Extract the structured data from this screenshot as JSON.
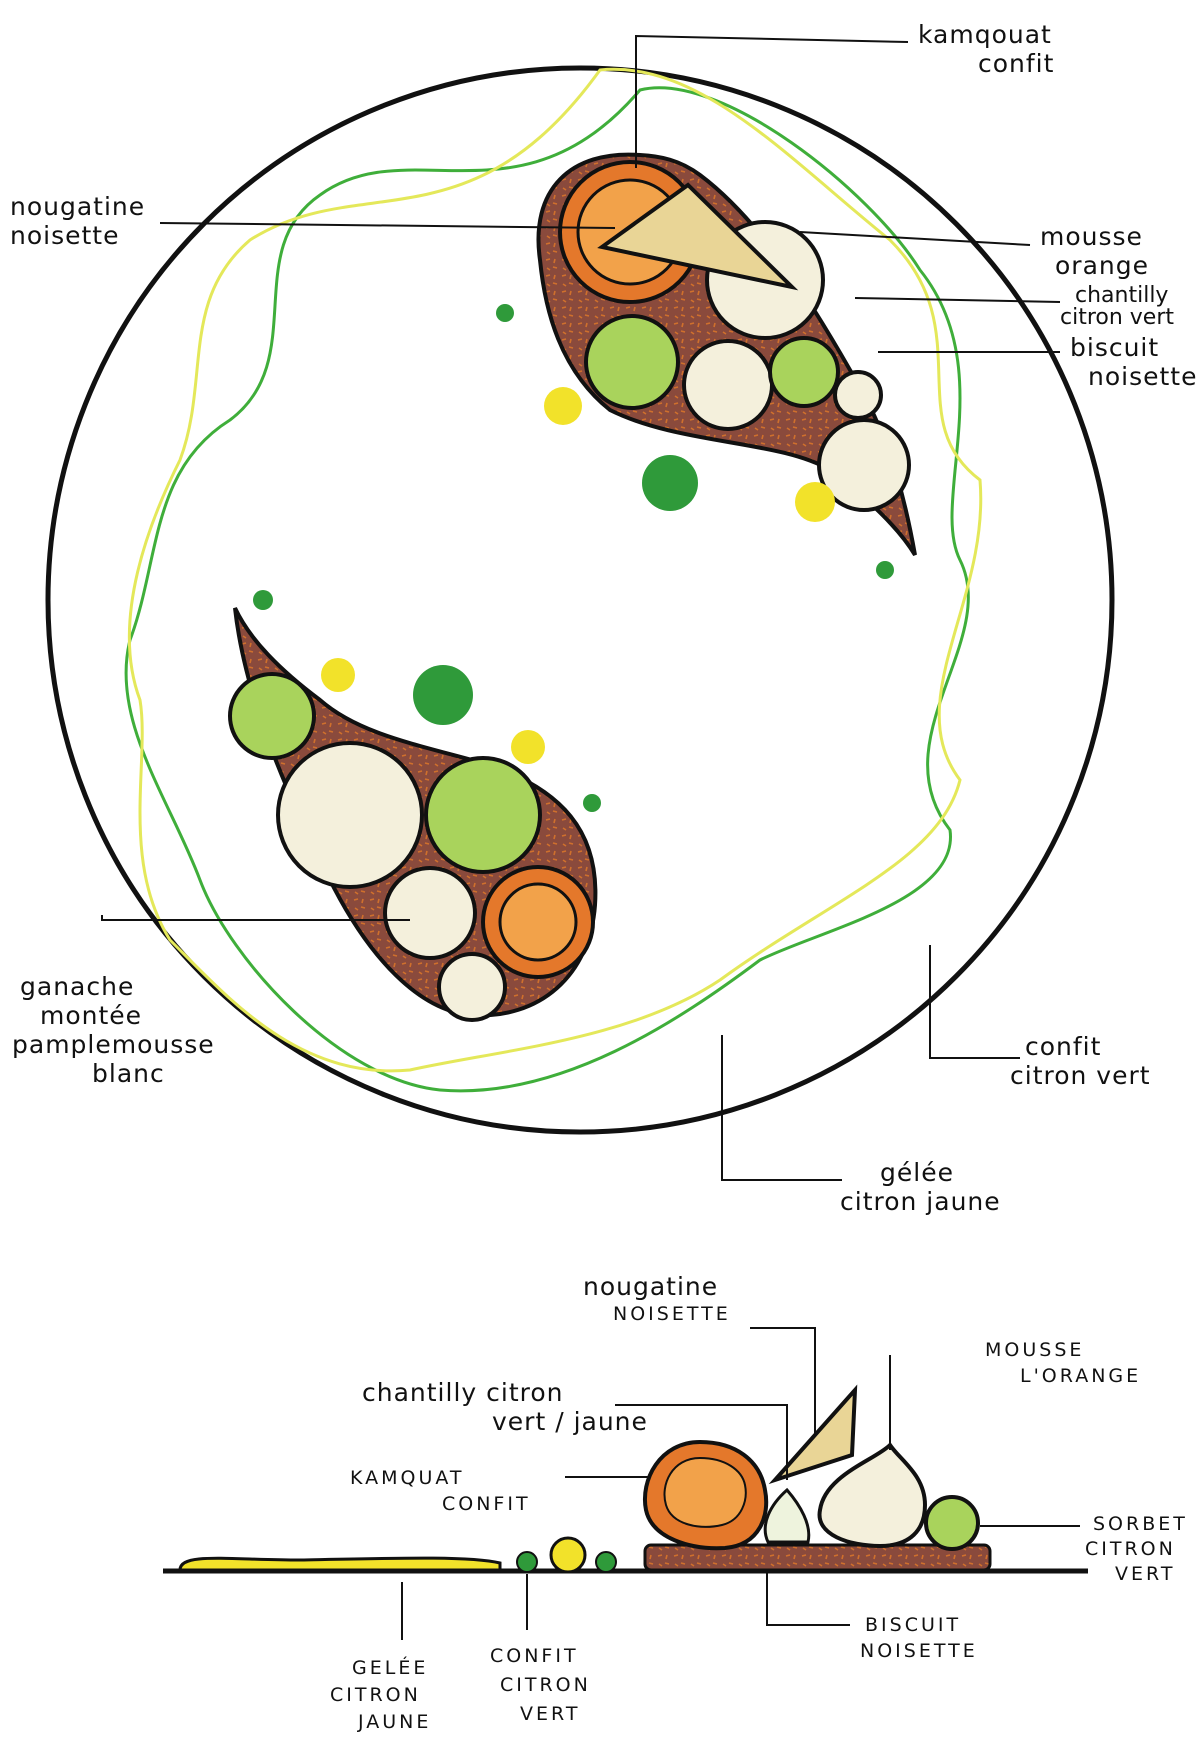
{
  "plan_view": {
    "kamquat": {
      "line1": "kamqouat",
      "line2": "confit"
    },
    "nougatine": {
      "line1": "nougatine",
      "line2": "noisette"
    },
    "mousse_orange": {
      "line1": "mousse",
      "line2": "orange"
    },
    "chantilly": {
      "line1": "chantilly",
      "line2": "citron vert"
    },
    "biscuit": {
      "line1": "biscuit",
      "line2": "noisette"
    },
    "ganache": {
      "line1": "ganache",
      "line2": "montée",
      "line3": "pamplemousse",
      "line4": "blanc"
    },
    "confit_citron": {
      "line1": "confit",
      "line2": "citron vert"
    },
    "gelee": {
      "line1": "gélée",
      "line2": "citron jaune"
    }
  },
  "side_view": {
    "nougatine": {
      "line1": "nougatine",
      "line2": "NOISETTE"
    },
    "mousse": {
      "line1": "MOUSSE",
      "line2": "L'ORANGE"
    },
    "chantilly": {
      "line1": "chantilly citron",
      "line2": "vert / jaune"
    },
    "kamquat": {
      "line1": "KAMQUAT",
      "line2": "CONFIT"
    },
    "sorbet": {
      "line1": "SORBET",
      "line2": "CITRON",
      "line3": "VERT"
    },
    "biscuit": {
      "line1": "BISCUIT",
      "line2": "NOISETTE"
    },
    "gelee": {
      "line1": "GELÉE",
      "line2": "CITRON",
      "line3": "JAUNE"
    },
    "confit": {
      "line1": "CONFIT",
      "line2": "CITRON",
      "line3": "VERT"
    }
  },
  "colors": {
    "outline": "#111111",
    "biscuit": "#8a4a3c",
    "orange": "#e4782b",
    "lime": "#a9d35c",
    "mousse": "#f4f0dc",
    "nougatine": "#e9d596",
    "green_dot": "#2f9a3a",
    "yellow_dot": "#f2e22a",
    "green_line": "#3fae3a",
    "yellow_line": "#e4e85a"
  }
}
